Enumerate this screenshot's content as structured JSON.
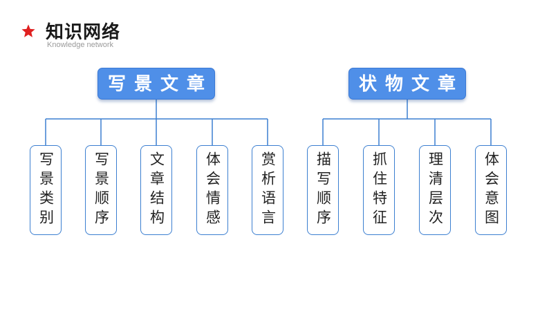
{
  "header": {
    "title": "知识网络",
    "subtitle": "Knowledge network"
  },
  "colors": {
    "accent": "#4f8fe8",
    "line": "#3a7ed0",
    "star": "#e02020"
  },
  "icons": {
    "header_icon": "star-icon"
  },
  "groups": [
    {
      "label": "写景文章",
      "items": [
        "写景类别",
        "写景顺序",
        "文章结构",
        "体会情感",
        "赏析语言"
      ]
    },
    {
      "label": "状物文章",
      "items": [
        "描写顺序",
        "抓住特征",
        "理清层次",
        "体会意图"
      ]
    }
  ]
}
